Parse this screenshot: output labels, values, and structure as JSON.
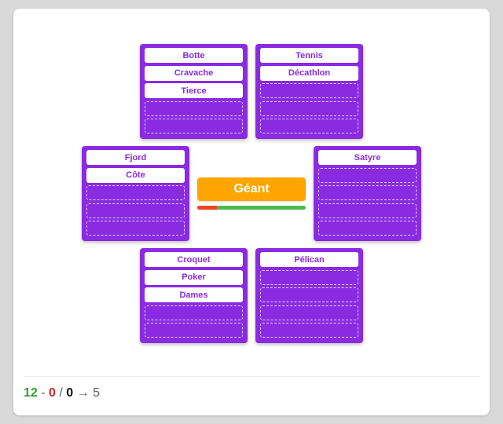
{
  "groups": [
    {
      "id": "top-left",
      "slots": [
        "Botte",
        "Cravache",
        "Tierce",
        "",
        ""
      ]
    },
    {
      "id": "top-right",
      "slots": [
        "Tennis",
        "Décathlon",
        "",
        "",
        ""
      ]
    },
    {
      "id": "middle-left",
      "slots": [
        "Fjord",
        "Côte",
        "",
        "",
        ""
      ]
    },
    {
      "id": "middle-right",
      "slots": [
        "Satyre",
        "",
        "",
        "",
        ""
      ]
    },
    {
      "id": "bottom-left",
      "slots": [
        "Croquet",
        "Poker",
        "Dames",
        "",
        ""
      ]
    },
    {
      "id": "bottom-right",
      "slots": [
        "Pélican",
        "",
        "",
        "",
        ""
      ]
    }
  ],
  "current_word": "Géant",
  "timer": {
    "elapsed_fraction": 0.18
  },
  "score": {
    "correct": "12",
    "dash": "-",
    "wrong": "0",
    "slash": "/",
    "pending": "0",
    "arrow": "→",
    "remaining": "5"
  },
  "colors": {
    "group_bg": "#8a2be2",
    "word_bg": "#ffa500",
    "timer_remaining": "#4cbb4c",
    "timer_elapsed": "#ee4422",
    "score_correct": "#2ca02c",
    "score_wrong": "#d62728"
  }
}
